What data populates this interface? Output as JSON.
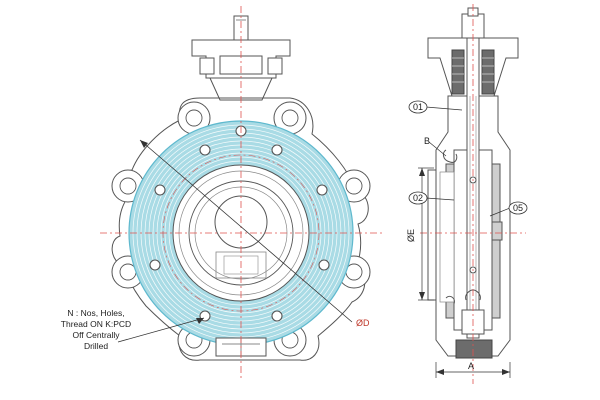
{
  "colors": {
    "line": "#555555",
    "thin": "#888888",
    "center": "#e0524f",
    "disc_fill": "#a9dbe5",
    "disc_ring": "#5fb9ce",
    "seat_fill": "#cfcfcf",
    "dark_fill": "#6c6c6c",
    "dim_red": "#c0392b"
  },
  "labels": {
    "part_01": "01",
    "part_02": "02",
    "part_05": "05",
    "detail_b": "B",
    "dim_e": "ØE",
    "dim_d": "ØD",
    "dim_a": "A"
  },
  "note": {
    "lines": [
      "N : Nos, Holes,",
      "Thread ON K:PCD",
      "Off Centrally",
      "Drilled"
    ]
  }
}
